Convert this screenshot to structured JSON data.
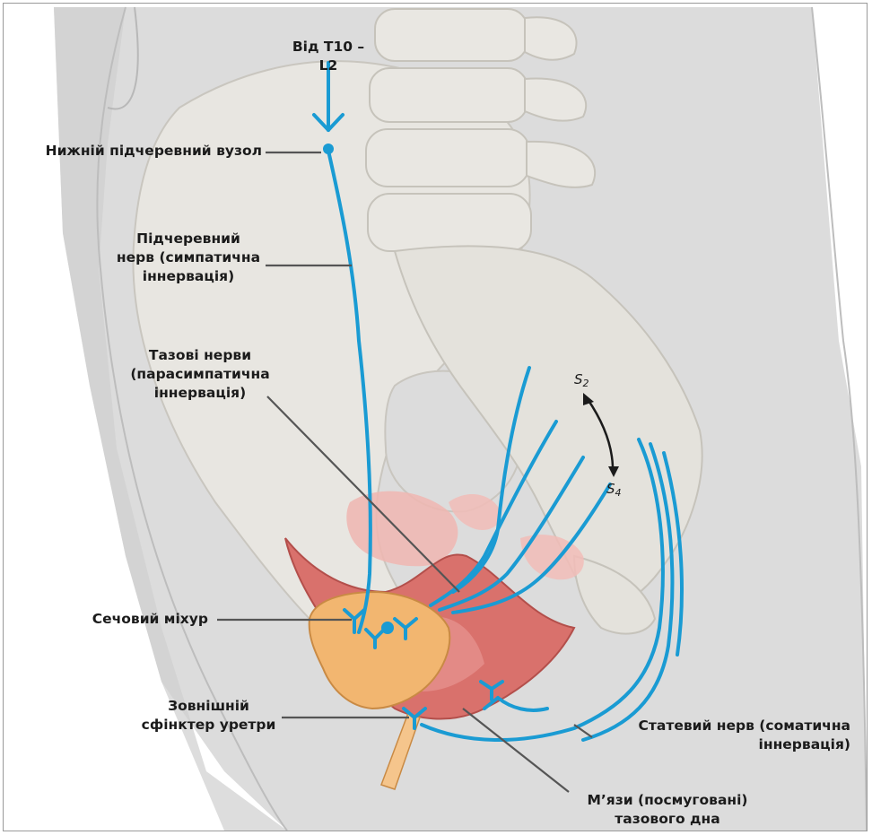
{
  "labels": {
    "source": "Від T10 – L2",
    "inferior_hypogastric_node": "Нижній підчеревний вузол",
    "hypogastric_nerve": "Підчеревний\nнерв (симпатична\nіннервація)",
    "pelvic_nerves": "Тазові нерви\n(парасимпатична\nіннервація)",
    "bladder": "Сечовий міхур",
    "external_sphincter": "Зовнішній\nсфінктер уретри",
    "pudendal_nerve": "Статевий нерв (соматична\nіннервація)",
    "pelvic_floor_muscles": "М’язи (посмуговані)\nтазового дна",
    "sacral_top": "S",
    "sacral_top_sub": "2",
    "sacral_bottom": "S",
    "sacral_bottom_sub": "4"
  },
  "colors": {
    "nerve": "#1a9bd3",
    "bone": "#e6e4df",
    "skin": "#d8d8d8",
    "bladder": "#f1b46e",
    "muscle": "#d66a66",
    "leader": "#555555"
  }
}
